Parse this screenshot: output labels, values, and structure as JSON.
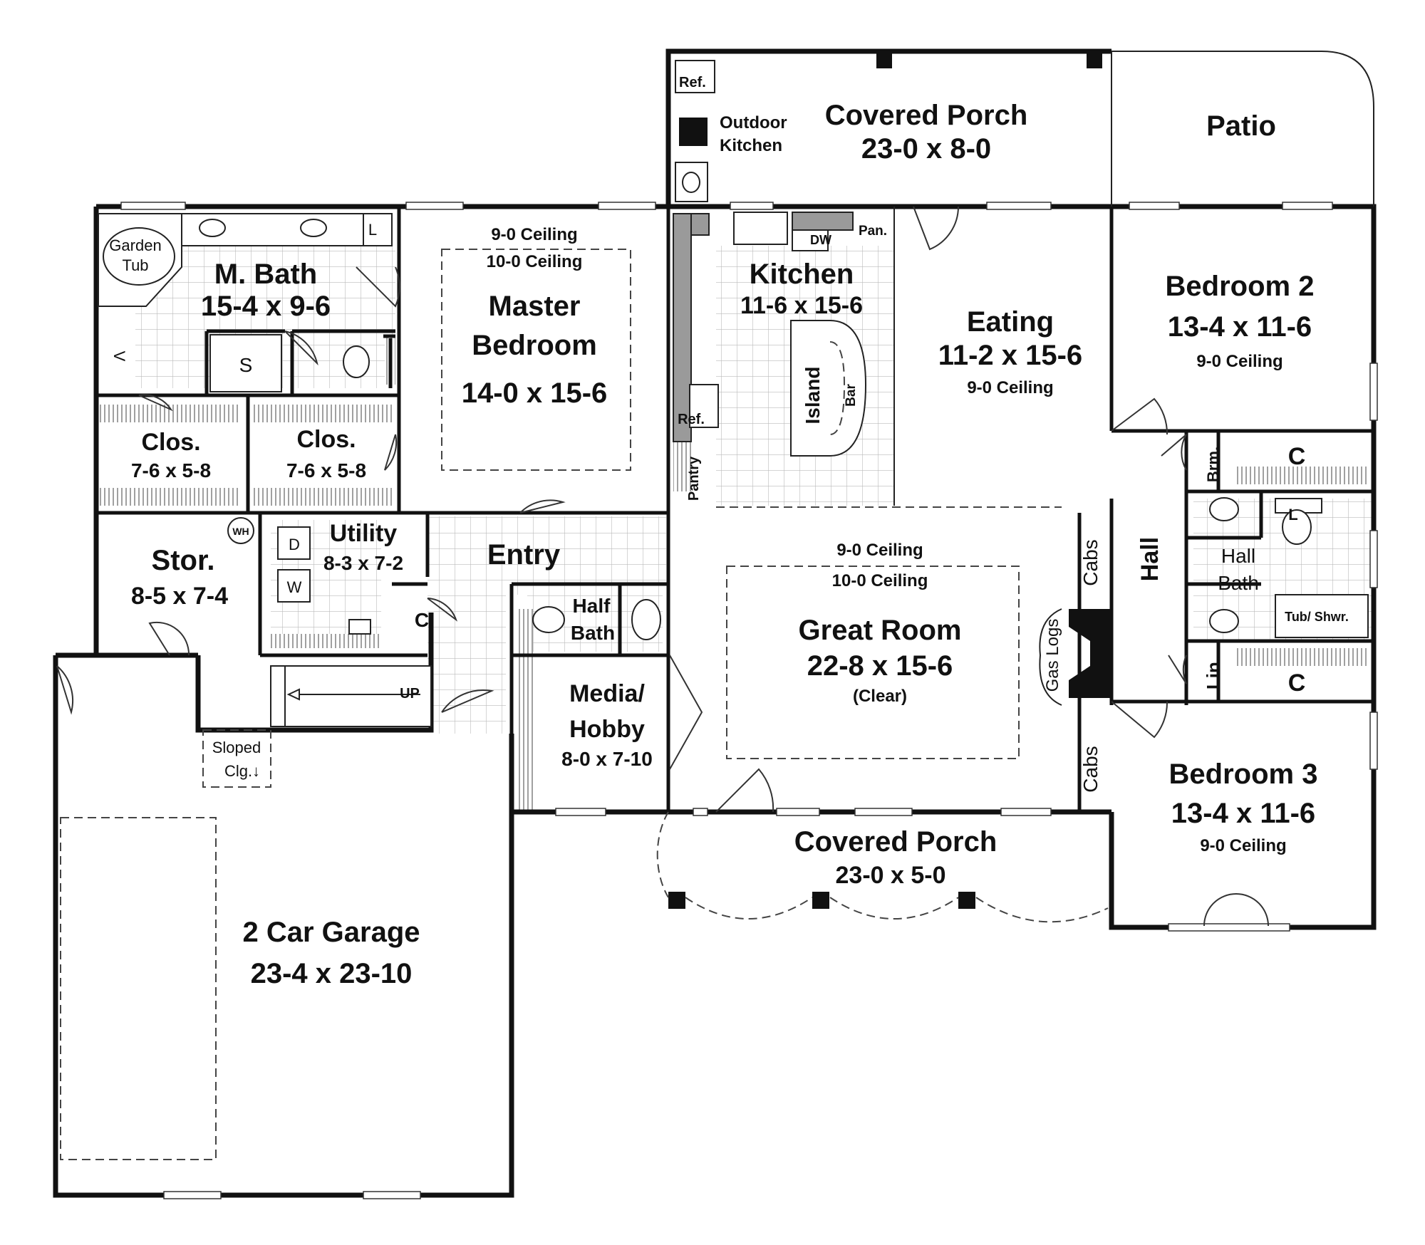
{
  "rooms": {
    "covered_porch_rear": {
      "name": "Covered Porch",
      "size": "23-0 x 8-0"
    },
    "patio": {
      "name": "Patio"
    },
    "outdoor_kitchen": {
      "line1": "Outdoor",
      "line2": "Kitchen",
      "ref": "Ref."
    },
    "m_bath": {
      "name": "M. Bath",
      "size": "15-4 x 9-6",
      "tub_line1": "Garden",
      "tub_line2": "Tub",
      "shower": "S",
      "linen": "L",
      "vanity": "V"
    },
    "master_bedroom": {
      "ceiling1": "9-0 Ceiling",
      "ceiling2": "10-0 Ceiling",
      "name1": "Master",
      "name2": "Bedroom",
      "size": "14-0 x 15-6"
    },
    "closet_left": {
      "name": "Clos.",
      "size": "7-6 x 5-8"
    },
    "closet_right": {
      "name": "Clos.",
      "size": "7-6 x 5-8"
    },
    "kitchen": {
      "name": "Kitchen",
      "size": "11-6 x 15-6",
      "dw": "DW",
      "pan": "Pan.",
      "ref": "Ref.",
      "pantry": "Pantry",
      "island": "Island",
      "bar": "Bar"
    },
    "eating": {
      "name": "Eating",
      "size": "11-2 x 15-6",
      "ceiling": "9-0 Ceiling"
    },
    "bedroom2": {
      "name": "Bedroom 2",
      "size": "13-4 x 11-6",
      "ceiling": "9-0 Ceiling"
    },
    "storage": {
      "name": "Stor.",
      "size": "8-5 x 7-4",
      "wh": "WH"
    },
    "utility": {
      "name": "Utility",
      "size": "8-3 x 7-2",
      "dryer": "D",
      "washer": "W",
      "closet": "C"
    },
    "entry": {
      "name": "Entry",
      "up": "UP"
    },
    "half_bath": {
      "line1": "Half",
      "line2": "Bath"
    },
    "media": {
      "line1": "Media/",
      "line2": "Hobby",
      "size": "8-0 x 7-10"
    },
    "great_room": {
      "ceiling1": "9-0 Ceiling",
      "ceiling2": "10-0 Ceiling",
      "name": "Great Room",
      "size": "22-8 x 15-6",
      "note": "(Clear)",
      "cabs": "Cabs",
      "gas_logs": "Gas Logs"
    },
    "hall": {
      "name": "Hall",
      "broom": "Brm.",
      "closet": "C",
      "linen": "Lin."
    },
    "hall_bath": {
      "line1": "Hall",
      "line2": "Bath",
      "tub": "Tub/ Shwr.",
      "linen": "L"
    },
    "bedroom3": {
      "name": "Bedroom 3",
      "size": "13-4 x 11-6",
      "ceiling": "9-0 Ceiling"
    },
    "covered_porch_front": {
      "name": "Covered Porch",
      "size": "23-0 x 5-0"
    },
    "garage": {
      "name": "2 Car Garage",
      "size": "23-4 x 23-10",
      "sloped1": "Sloped",
      "sloped2": "Clg.↓"
    }
  },
  "colors": {
    "wall": "#111111",
    "tile_line": "#bbbbbb",
    "hatch": "#777777"
  }
}
